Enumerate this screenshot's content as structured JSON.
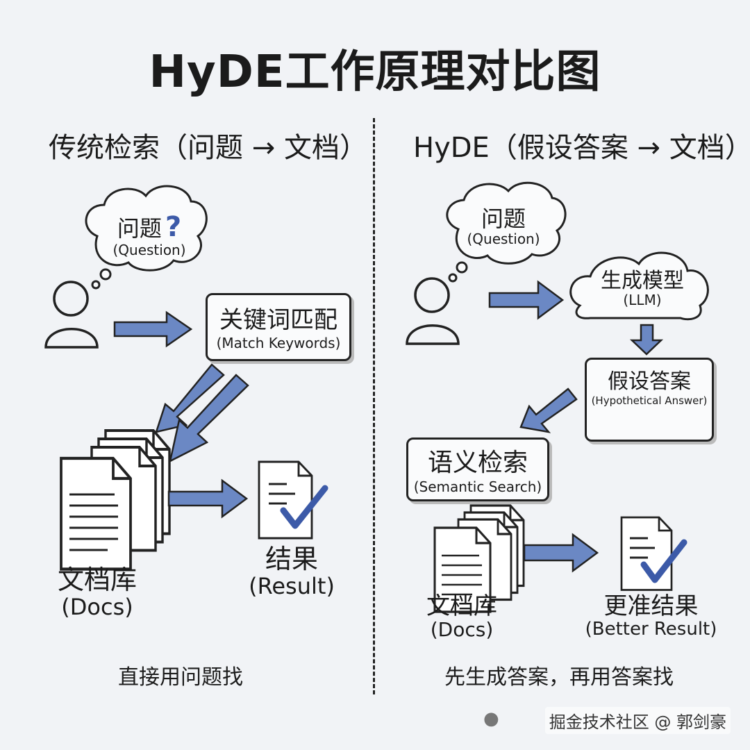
{
  "title": "HyDE工作原理对比图",
  "left": {
    "heading": "传统检索（问题 → 文档）",
    "thought": {
      "zh": "问题",
      "en": "(Question)",
      "mark": "?"
    },
    "match_box": {
      "zh": "关键词匹配",
      "en": "(Match Keywords)"
    },
    "docs": {
      "zh": "文档库",
      "en": "(Docs)"
    },
    "result": {
      "zh": "结果",
      "en": "(Result)"
    },
    "caption": "直接用问题找"
  },
  "right": {
    "heading": "HyDE（假设答案 → 文档）",
    "thought": {
      "zh": "问题",
      "en": "(Question)"
    },
    "llm": {
      "zh": "生成模型",
      "en": "(LLM)"
    },
    "hypo_box": {
      "zh": "假设答案",
      "en": "(Hypothetical Answer)"
    },
    "semantic_box": {
      "zh": "语义检索",
      "en": "(Semantic Search)"
    },
    "docs": {
      "zh": "文档库",
      "en": "(Docs)"
    },
    "result": {
      "zh": "更准结果",
      "en": "(Better Result)"
    },
    "caption": "先生成答案，再用答案找"
  },
  "watermark": "掘金技术社区 @ 郭剑豪",
  "colors": {
    "arrow": "#6b88c4",
    "ink": "#1b1b1b",
    "check": "#3c5aa8"
  }
}
